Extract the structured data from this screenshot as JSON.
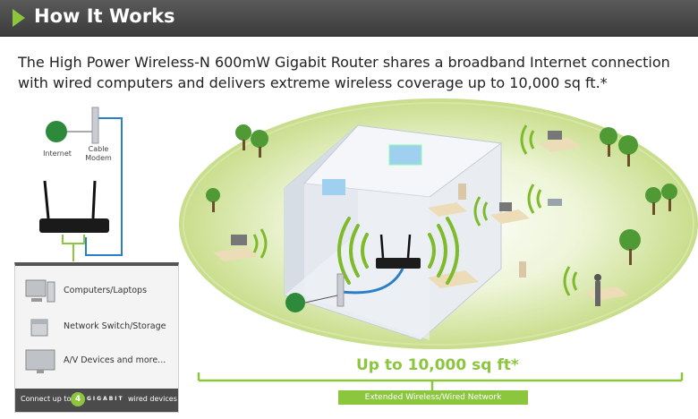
{
  "header": {
    "title": "How It Works"
  },
  "intro": {
    "text": "The High Power Wireless-N 600mW Gigabit Router shares a broadband Internet connection with wired computers and delivers extreme wireless coverage up to 10,000 sq ft.*"
  },
  "topology": {
    "internet_label": "Internet",
    "modem_label": "Cable Modem"
  },
  "devices": {
    "items": [
      {
        "label": "Computers/Laptops",
        "icon": "computer-icon"
      },
      {
        "label": "Network Switch/Storage",
        "icon": "switch-icon"
      },
      {
        "label": "A/V Devices and more...",
        "icon": "monitor-icon"
      }
    ],
    "connect_prefix": "Connect up to",
    "port_count": "4",
    "gigabit_text": "GIGABIT",
    "connect_suffix": "wired devices"
  },
  "coverage": {
    "label": "Up to 10,000 sq ft*",
    "network_label": "Extended Wireless/Wired Network"
  },
  "colors": {
    "accent": "#8cc63f",
    "header": "#4a4a4a",
    "cable_blue": "#2a7fc6"
  }
}
